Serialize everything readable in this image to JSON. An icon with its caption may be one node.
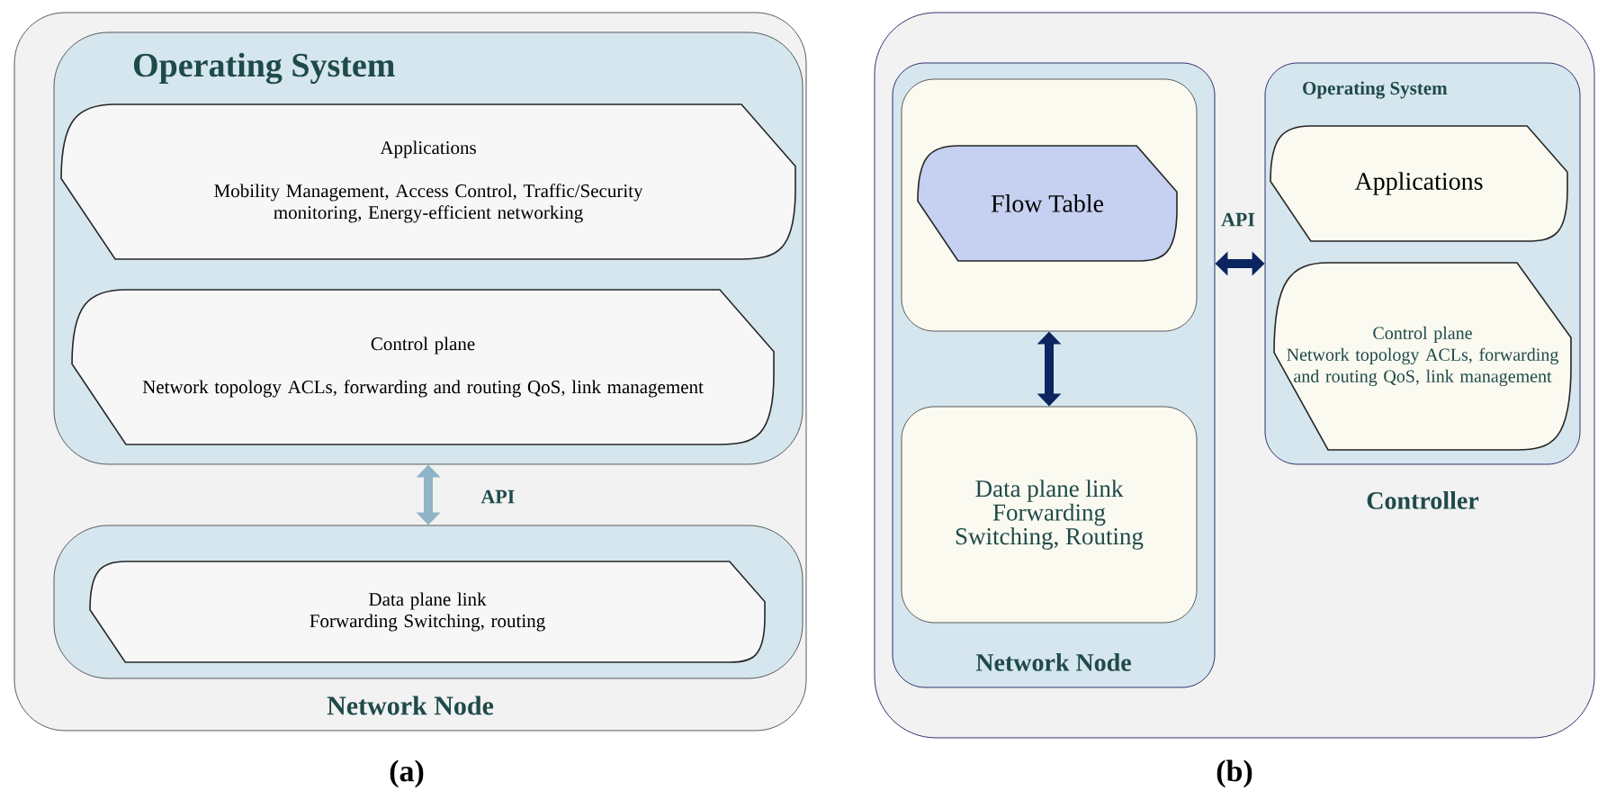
{
  "diagram": {
    "nodes": [
      {
        "text": [
          "Network Node"
        ]
      },
      {
        "text": [
          "Operating System"
        ],
        "in": 0
      },
      {
        "text": [
          "Applications",
          "Mobility Management, Access Control, Traffic/Security monitoring, Energy-efficient networking"
        ],
        "in": 1
      },
      {
        "text": [
          "Control plane",
          "Network topology ACLs, forwarding and routing QoS, link management"
        ],
        "in": 1
      },
      {
        "text": [],
        "shape": "box",
        "in": 0
      },
      {
        "text": [
          "Data plane link",
          "Forwarding Switching, routing"
        ],
        "in": 4
      },
      {
        "text": [],
        "shape": "box"
      },
      {
        "text": [
          "Network Node"
        ],
        "in": 6
      },
      {
        "text": [],
        "shape": "box",
        "in": 7
      },
      {
        "text": [
          "Flow Table"
        ],
        "in": 8
      },
      {
        "text": [
          "Data plane link",
          "Forwarding Switching, Routing"
        ],
        "in": 7
      },
      {
        "text": [
          "Operating System"
        ],
        "in": 6,
        "beside": [
          "Controller"
        ]
      },
      {
        "text": [
          "Applications"
        ],
        "in": 11
      },
      {
        "text": [
          "Control plane",
          "Network topology ACLs, forwarding and routing QoS, link management"
        ],
        "in": 11
      }
    ],
    "edges": [
      {
        "from": 1,
        "to": 4,
        "arrow": "both",
        "label": "API",
        "color": "#8fb4c8"
      },
      {
        "from": 8,
        "to": 10,
        "arrow": "both"
      },
      {
        "from": 7,
        "to": 11,
        "arrow": "both",
        "label": "API"
      }
    ],
    "labels": [
      "(a)",
      "(b)"
    ]
  }
}
